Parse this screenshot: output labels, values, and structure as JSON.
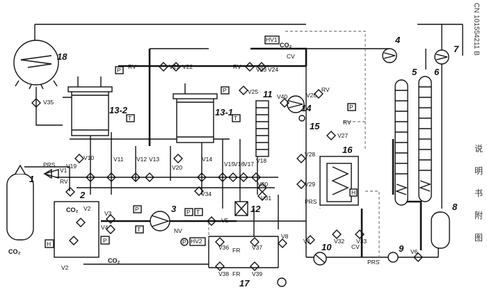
{
  "header": {
    "patent_number": "CN 101554211 B",
    "sheet_title_chars": [
      "说",
      "明",
      "书",
      "附",
      "图"
    ]
  },
  "equipment": {
    "cylinder": "1",
    "receiver": "2",
    "compressor": "3",
    "condenser": "4",
    "column_a": "5",
    "column_b": "6",
    "heat_exchanger": "7",
    "vessel_right": "8",
    "pump_9": "9",
    "heater_10": "10",
    "cartridge_11": "11",
    "filter_12": "12",
    "extractor_2": "13-2",
    "extractor_1": "13-1",
    "pump_14": "14",
    "check_15": "15",
    "separator_16": "16",
    "manifold_17": "17",
    "tank_18": "18"
  },
  "valves": {
    "V1": "V1",
    "V1b": "V1",
    "V2": "V2",
    "V2b": "V2",
    "V3": "V3",
    "V4": "V4",
    "V5": "V5",
    "V6": "V6",
    "V8": "V8",
    "V10": "V10",
    "V11": "V11",
    "V12": "V12",
    "V13": "V13",
    "V14": "V14",
    "V15": "V15",
    "V16": "V16",
    "V17": "V17",
    "V18": "V18",
    "V19": "V19",
    "V20": "V20",
    "V21": "V21",
    "V22": "V22",
    "V23": "V23",
    "V24": "V24",
    "V25": "V25",
    "V26": "V26",
    "V27": "V27",
    "V28": "V28",
    "V29": "V29",
    "V30": "V30",
    "V31": "V31",
    "V32": "V32",
    "V33": "V33",
    "V34": "V34",
    "V35": "V35",
    "V36": "V36",
    "V37": "V37",
    "V38": "V38",
    "V39": "V39",
    "V40": "V40"
  },
  "instruments": {
    "PRS": "PRS",
    "RV": "RV",
    "CV": "CV",
    "NV": "NV",
    "HV1": "HV1",
    "HV2": "HV2",
    "FR": "FR",
    "P": "P",
    "T": "T",
    "H": "H"
  },
  "media": {
    "co2": "CO₂"
  }
}
